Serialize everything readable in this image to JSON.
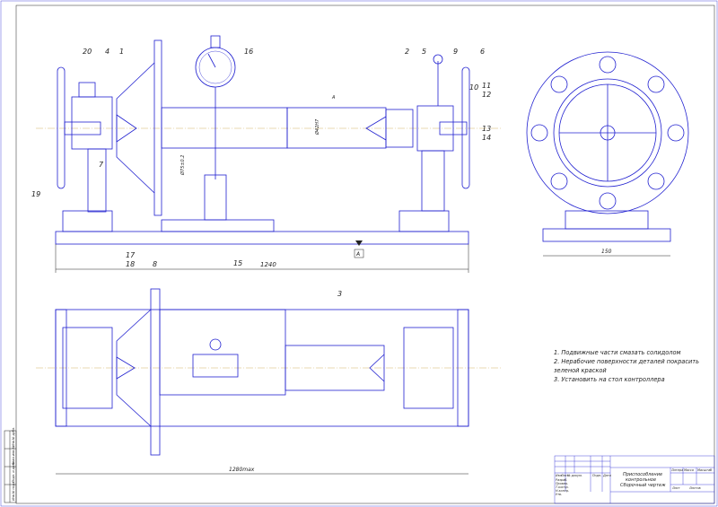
{
  "drawing": {
    "part_labels": [
      "1",
      "2",
      "3",
      "4",
      "5",
      "6",
      "7",
      "8",
      "9",
      "10",
      "11",
      "12",
      "13",
      "14",
      "15",
      "16",
      "17",
      "18",
      "19",
      "20"
    ],
    "dimensions": {
      "overall_length": "1240",
      "side_width": "150",
      "bottom_length": "1280max",
      "bore": "Ø42H7",
      "height": "Ø75±0.2",
      "section_mark": "A",
      "view_mark": "A"
    },
    "notes": [
      "1. Подвижные части смазать солидолом",
      "2. Нерабочие поверхности деталей покрасить",
      "зеленой краской",
      "3. Установить на стол контроллера"
    ],
    "title_block": {
      "title_line1": "Приспособление",
      "title_line2": "контрольное",
      "title_line3": "Сборочный чертеж",
      "header_cols": [
        "Изм",
        "Лист",
        "№ докум.",
        "Подп.",
        "Дата"
      ],
      "roles": [
        "Разраб.",
        "Провер.",
        "Т.контр.",
        "Н.контр.",
        "Утв."
      ],
      "lit": "Литера",
      "mass": "Масса",
      "scale": "Масштаб",
      "sheet": "Лист",
      "sheets": "Листов"
    },
    "side_stamp": [
      "Инв.№ подл.",
      "Подп. и дата",
      "Взам.инв.№",
      "Инв.№ дубл."
    ],
    "colors": {
      "line": "#2020d0",
      "axis": "#c8a040",
      "text": "#222222"
    }
  }
}
